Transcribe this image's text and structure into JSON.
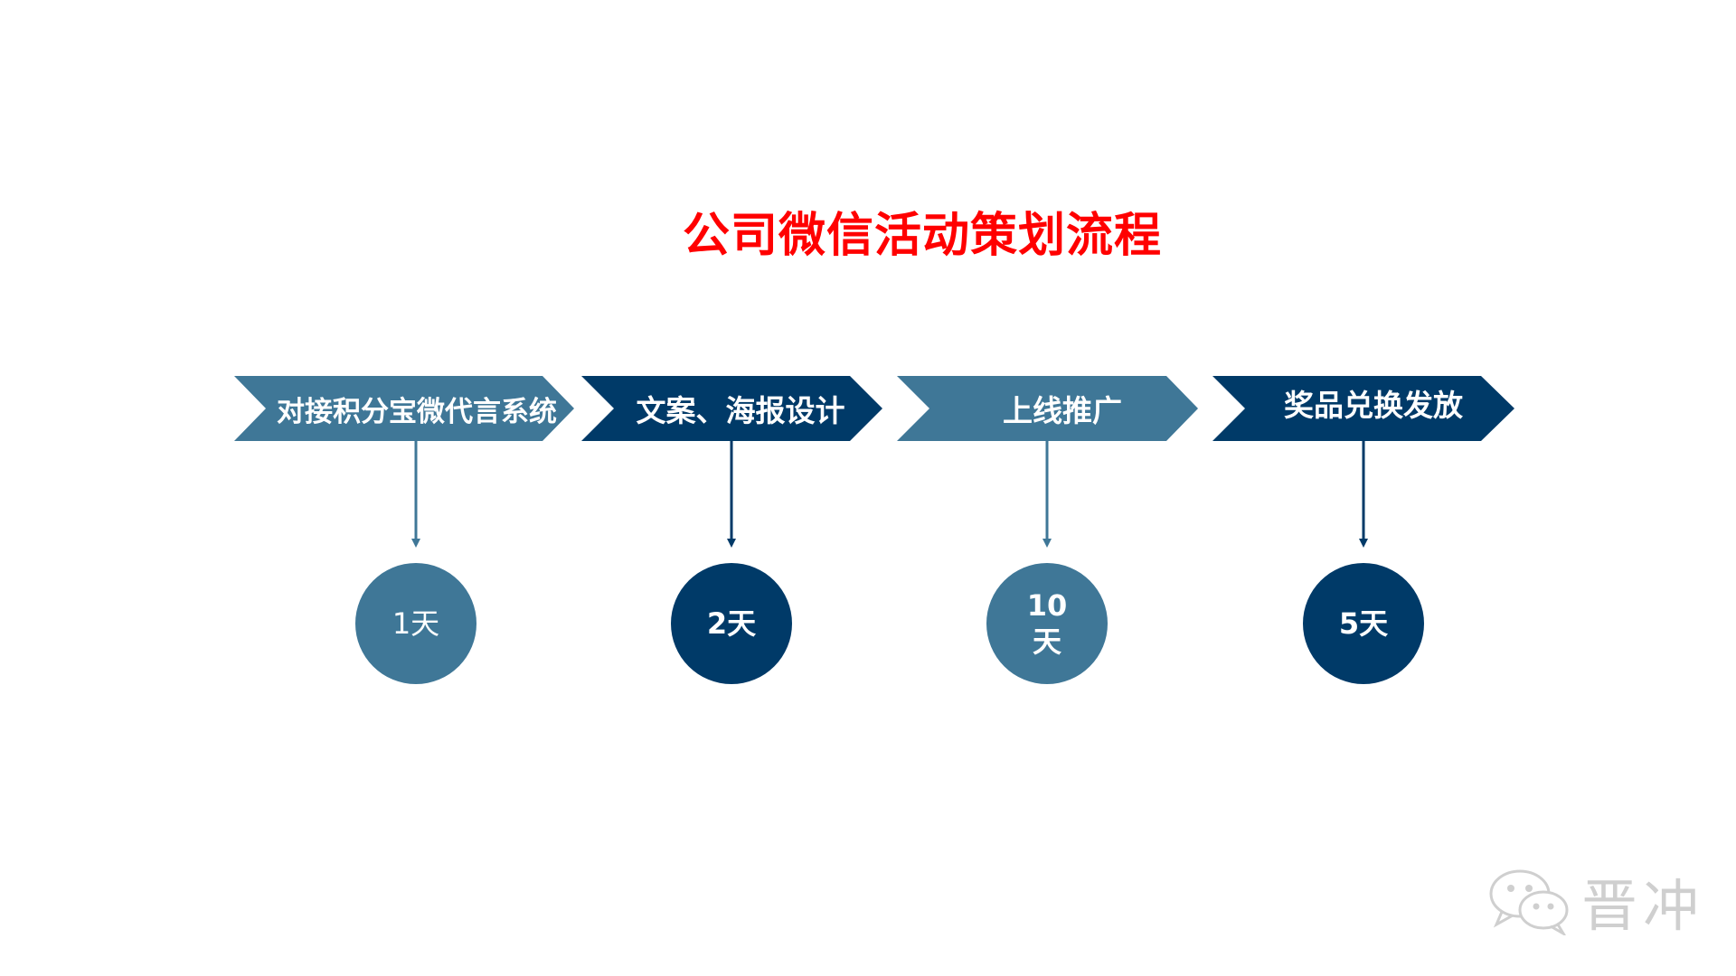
{
  "title": "公司微信活动策划流程",
  "colors": {
    "title": "#ff0000",
    "light_blue": "#3f7797",
    "dark_blue": "#003a68"
  },
  "steps": [
    {
      "label": "对接积分宝微代言系统",
      "duration": "1天"
    },
    {
      "label": "文案、海报设计",
      "duration": "2天"
    },
    {
      "label": "上线推广",
      "duration": "10\n天"
    },
    {
      "label": "奖品兑换发放",
      "duration": "5天"
    }
  ],
  "watermark": {
    "text": "晋冲",
    "icon": "wechat-logo-icon"
  }
}
